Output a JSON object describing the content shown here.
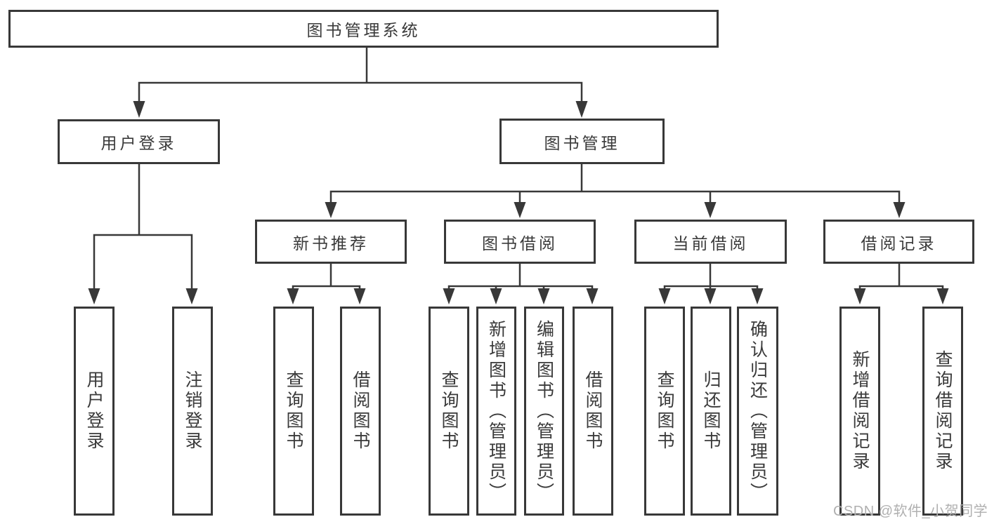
{
  "colors": {
    "line": "#383838",
    "text": "#3a3a3a",
    "box_background": "#ffffff",
    "watermark": "#b0b0b0",
    "background": "#ffffff"
  },
  "diagram": {
    "root": {
      "label": "图书管理系统"
    },
    "branches": [
      {
        "label": "用户登录",
        "children": [
          {
            "label": "用户登录"
          },
          {
            "label": "注销登录"
          }
        ]
      },
      {
        "label": "图书管理",
        "children": [
          {
            "label": "新书推荐",
            "children": [
              {
                "label": "查询图书"
              },
              {
                "label": "借阅图书"
              }
            ]
          },
          {
            "label": "图书借阅",
            "children": [
              {
                "label": "查询图书"
              },
              {
                "label": "新增图书（管理员）"
              },
              {
                "label": "编辑图书（管理员）"
              },
              {
                "label": "借阅图书"
              }
            ]
          },
          {
            "label": "当前借阅",
            "children": [
              {
                "label": "查询图书"
              },
              {
                "label": "归还图书"
              },
              {
                "label": "确认归还（管理员）"
              }
            ]
          },
          {
            "label": "借阅记录",
            "children": [
              {
                "label": "新增借阅记录"
              },
              {
                "label": "查询借阅记录"
              }
            ]
          }
        ]
      }
    ]
  },
  "watermark": {
    "text": "CSDN @软件_小贺同学"
  }
}
